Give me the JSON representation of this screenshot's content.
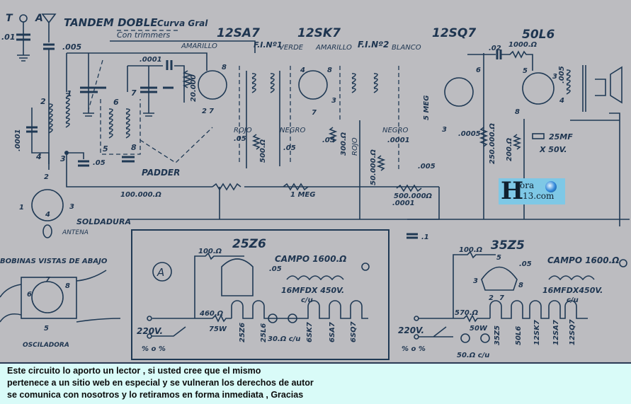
{
  "header": {
    "terminal_t": "T",
    "terminal_a": "A",
    "title": "TANDEM DOBLE",
    "subtitle": "Curva Gral",
    "note": "Con trimmers"
  },
  "tubes": {
    "converter": "12SA7",
    "if_amp": "12SK7",
    "detector": "12SQ7",
    "output": "50L6",
    "rect_a": "25Z6",
    "rect_b": "35Z5"
  },
  "labels": {
    "c_antenna": ".01",
    "c_ant_coupling": ".005",
    "c_grid": ".0001",
    "r_grid": "20.000",
    "amarillo": "AMARILLO",
    "fi1": "F.I.Nº1",
    "verde": "VERDE",
    "amarillo2": "AMARILLO",
    "fi2": "F.I.Nº2",
    "blanco": "BLANCO",
    "c_coupling": ".02",
    "r_plate": "1000.Ω",
    "r_grid_out": "250.000.Ω",
    "c_plate_out": ".005",
    "c_osc_tank": ".0001",
    "c_osc_bypass": ".05",
    "padder": "PADDER",
    "r_osc": "100.000.Ω",
    "soldadura": "SOLDADURA",
    "antena": "ANTENA",
    "rojo1": "ROJO",
    "c_rojo": ".05",
    "r_screen": "500.Ω",
    "negro1": "NEGRO",
    "c_negro": ".05",
    "c_cathode": ".05",
    "r_cathode": "300.Ω",
    "rojo2": "ROJO",
    "negro2": "NEGRO",
    "c_negro2": ".0001",
    "r_det": "50.000.Ω",
    "c_det": ".0001",
    "c_det2": ".005",
    "r_avc": "1 MEG",
    "r_vol": "500.000Ω",
    "r_5meg": "5 MEG",
    "c_0005": ".0005",
    "r_load": "250.000.Ω",
    "r_cath_out": "200.Ω",
    "c_electro": "25MF",
    "c_electro_v": "X 50V.",
    "c_point1": ".1",
    "coil_title": "BOBINAS VISTAS DE ABAJO",
    "osciladora": "OSCILADORA",
    "pins": [
      "1",
      "2",
      "3",
      "4",
      "5",
      "6",
      "7",
      "8"
    ]
  },
  "section_a": {
    "marker": "A",
    "r_100": "100.Ω",
    "c_05": ".05",
    "campo": "CAMPO 1600.Ω",
    "filter_caps": "16MFDX 450V.",
    "cu": "c/u",
    "r_460": "460.Ω",
    "watt": "75W",
    "voltage": "220V.",
    "switch_label": "% o %",
    "r_30": "30.Ω c/u",
    "heaters": [
      "25Z6",
      "25L6",
      "6SK7",
      "6SA7",
      "6SQ7"
    ]
  },
  "section_b": {
    "r_100": "100.Ω",
    "c_05": ".05",
    "campo": "CAMPO 1600.Ω",
    "filter_caps": "16MFDX450V.",
    "cu": "c/u",
    "r_570": "570.Ω",
    "watt": "50W",
    "voltage": "220V.",
    "switch_label": "% o %",
    "r_50": "50.Ω c/u",
    "pins": [
      "3",
      "5",
      "8",
      "2",
      "7"
    ],
    "heaters": [
      "35Z5",
      "50L6",
      "12SK7",
      "12SA7",
      "12SQ7"
    ]
  },
  "watermark": {
    "glyph": "H",
    "line1": "ora",
    "line2": "13.com"
  },
  "notice": {
    "lines": [
      "Este circuito lo aporto un lector , si usted cree que el mismo",
      "pertenece a un sitio web en especial y se vulneran los derechos de autor",
      "se comunica con nosotros y lo retiramos en forma inmediata , Gracias"
    ]
  },
  "colors": {
    "ink": "#1f3954",
    "paper": "#bcbcc0",
    "notice_bg": "#d9fbf8",
    "logo_bg": "#7ec8e6"
  }
}
